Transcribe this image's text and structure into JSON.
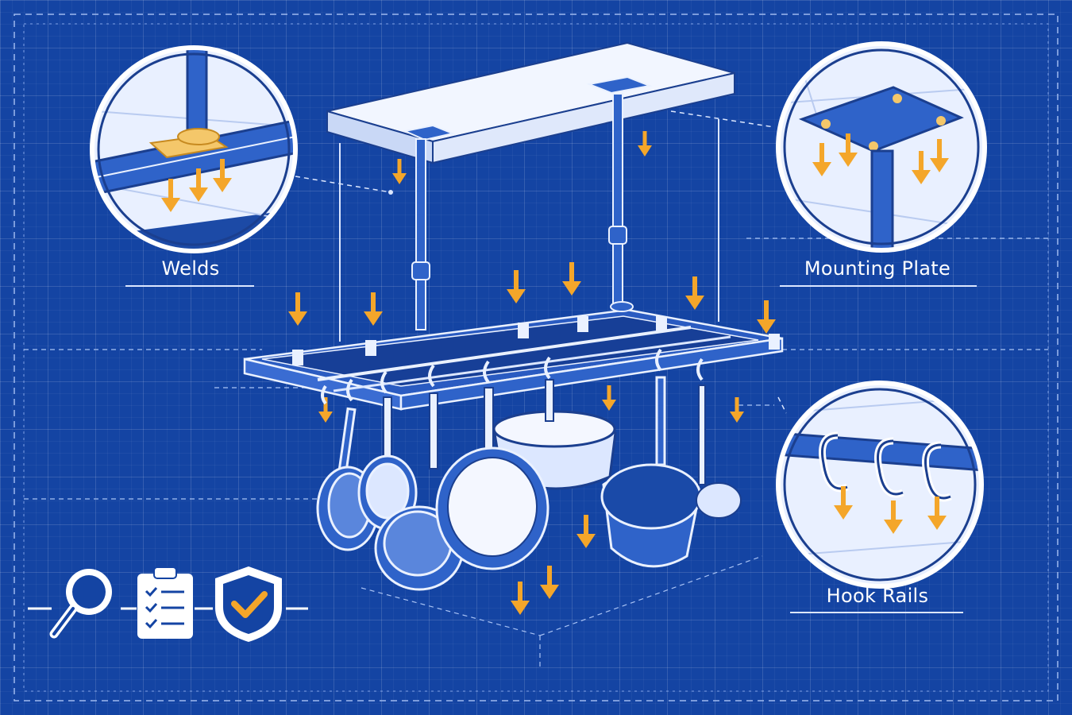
{
  "callouts": {
    "welds": {
      "label": "Welds"
    },
    "mounting_plate": {
      "label": "Mounting Plate"
    },
    "hook_rails": {
      "label": "Hook Rails"
    }
  },
  "icons": [
    "magnifier-icon",
    "checklist-icon",
    "shield-check-icon"
  ],
  "colors": {
    "background": "#1444a3",
    "grid": "#2c5cb8",
    "line": "#eaf1ff",
    "metal": "#2f63c9",
    "accent_arrow": "#f4a62a"
  }
}
